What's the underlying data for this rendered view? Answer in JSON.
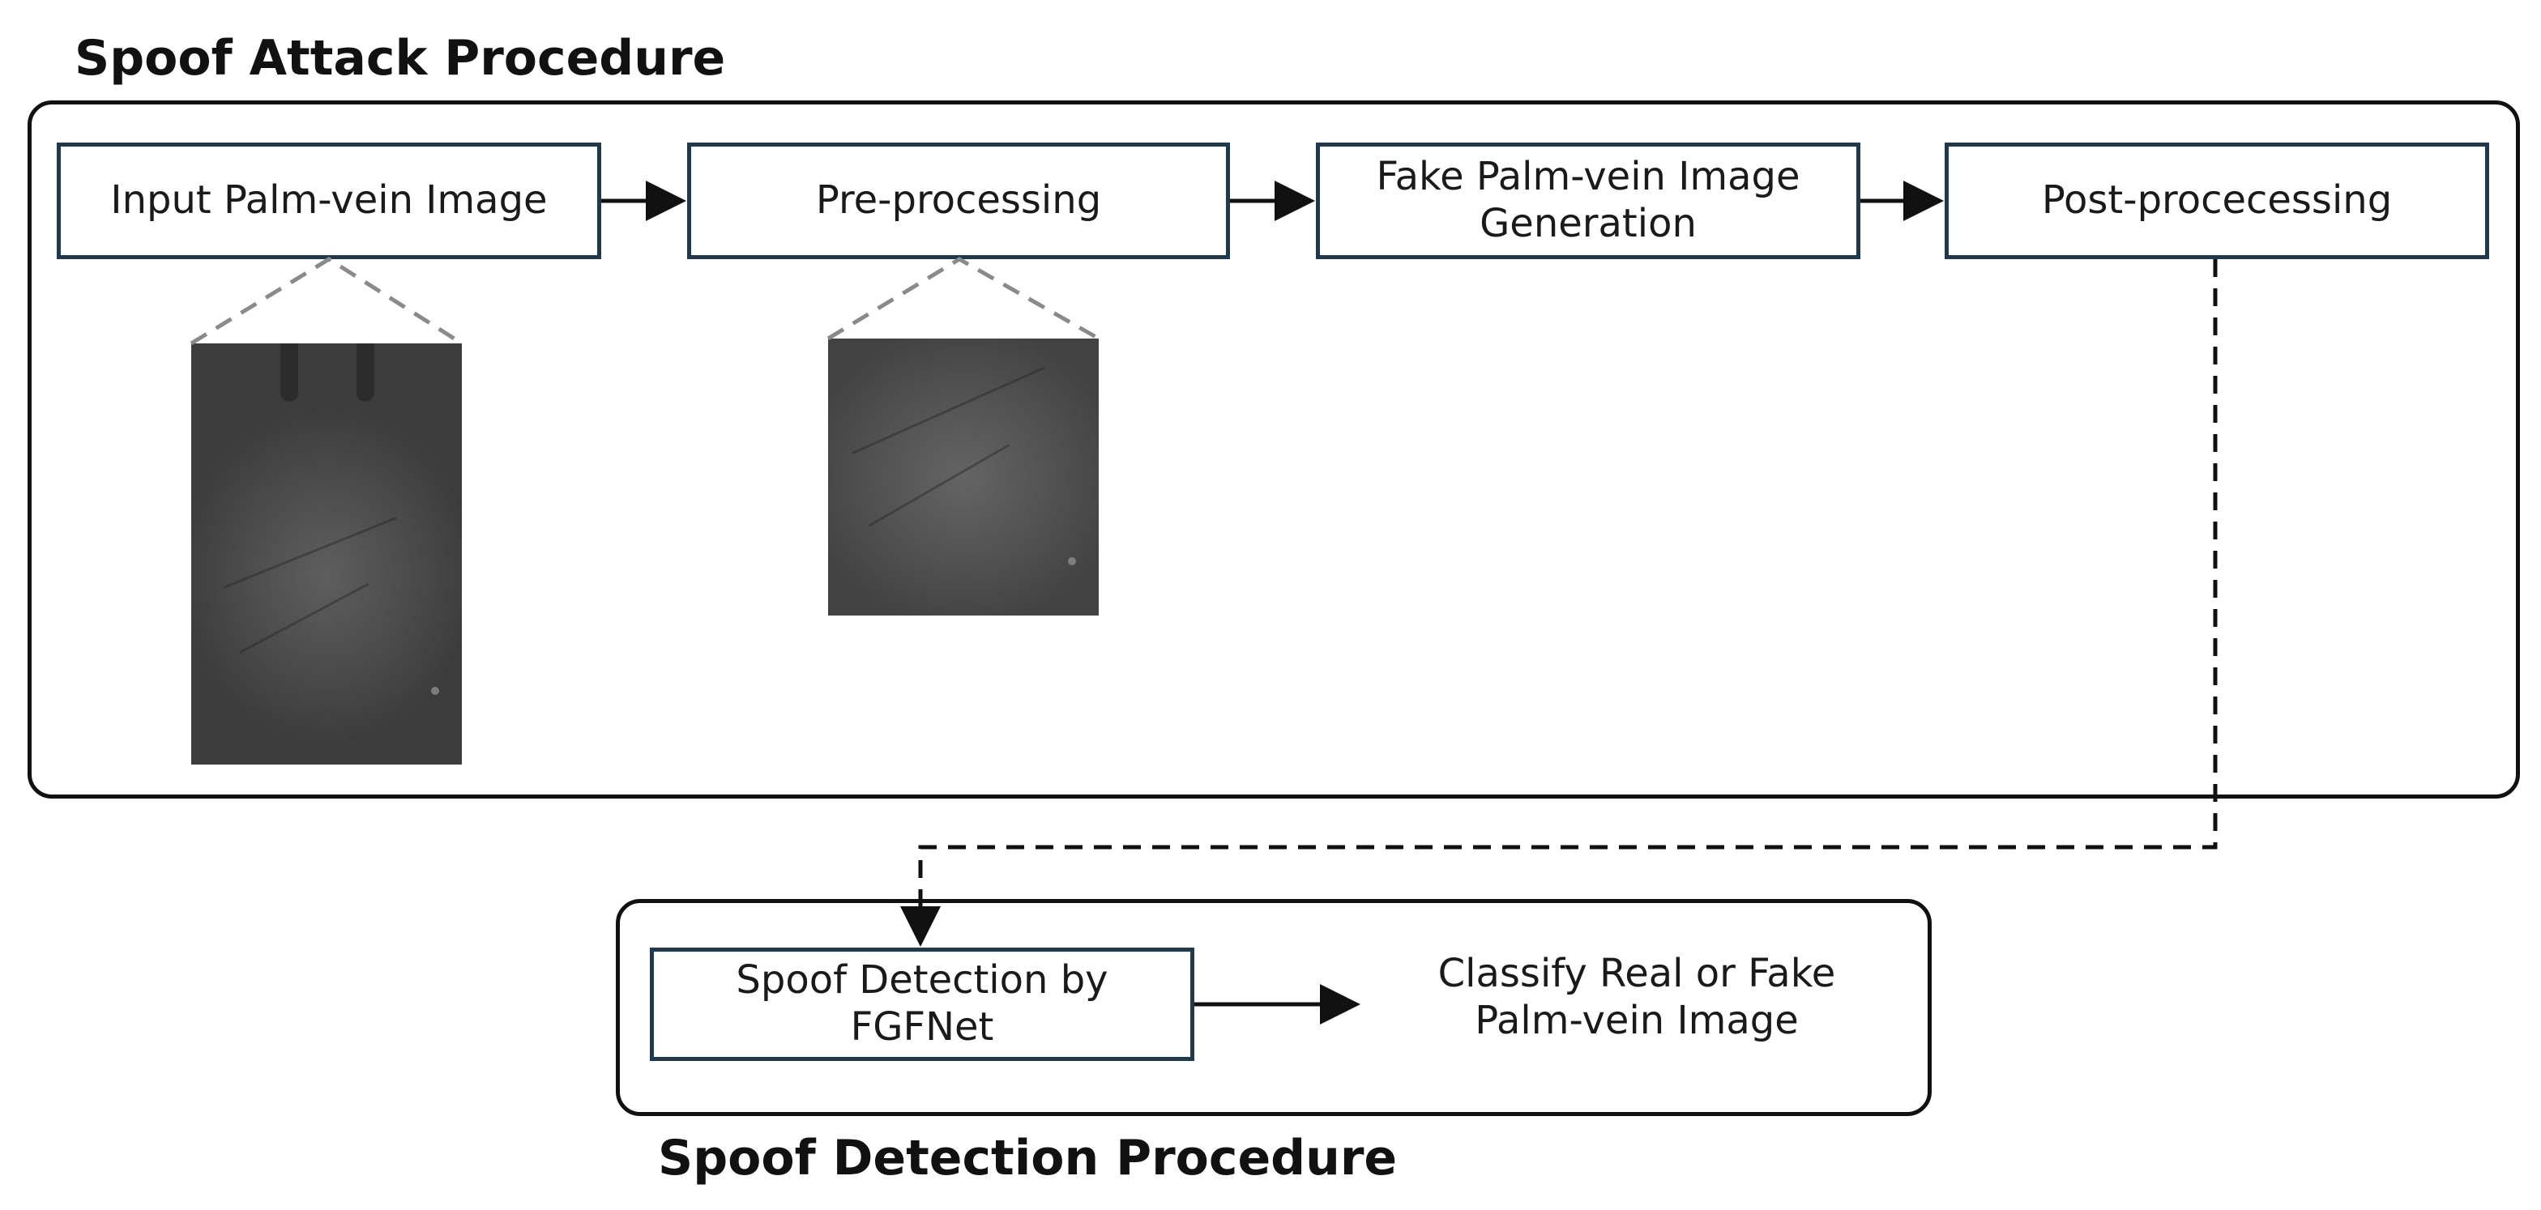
{
  "sections": {
    "attack_title": "Spoof Attack Procedure",
    "detection_title": "Spoof Detection Procedure"
  },
  "steps": {
    "input": "Input Palm-vein Image",
    "preprocessing": "Pre-processing",
    "fake_generation_line1": "Fake Palm-vein Image",
    "fake_generation_line2": "Generation",
    "postprocessing": "Post-procecessing",
    "detection_line1": "Spoof Detection by",
    "detection_line2": "FGFNet"
  },
  "outcome": {
    "line1": "Classify Real or Fake",
    "line2": "Palm-vein Image"
  },
  "colors": {
    "step_border": "#1e3a4c",
    "group_border": "#111111",
    "arrow": "#111111",
    "dashed_bracket": "#8a8a8a"
  }
}
